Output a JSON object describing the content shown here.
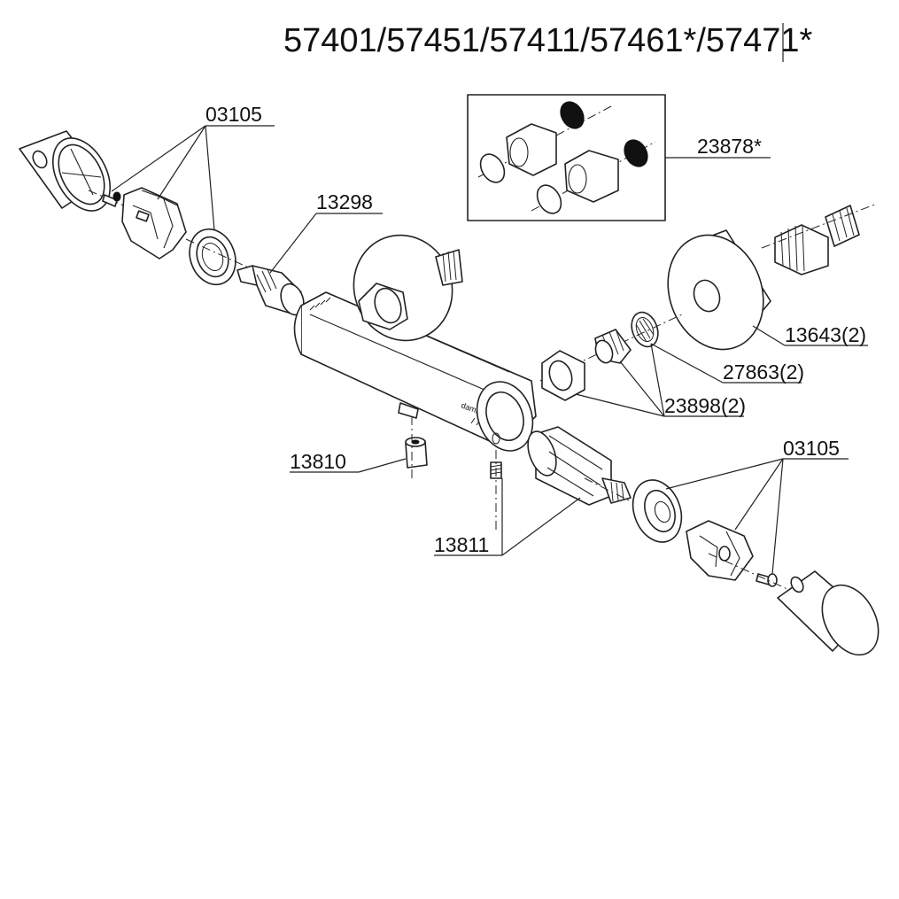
{
  "title": "57401/57451/57411/57461*/57471*",
  "parts": [
    {
      "id": "knob-set-left",
      "number": "03105"
    },
    {
      "id": "check-cartridge",
      "number": "13298"
    },
    {
      "id": "connector-set",
      "number": "23878*"
    },
    {
      "id": "cover-plate",
      "number": "13643",
      "qty": "(2)"
    },
    {
      "id": "filter-screen",
      "number": "27863",
      "qty": "(2)"
    },
    {
      "id": "eccentric-set",
      "number": "23898",
      "qty": "(2)"
    },
    {
      "id": "knob-set-right",
      "number": "03105"
    },
    {
      "id": "outlet-adapter",
      "number": "13810"
    },
    {
      "id": "thermo-cartridge",
      "number": "13811"
    }
  ]
}
